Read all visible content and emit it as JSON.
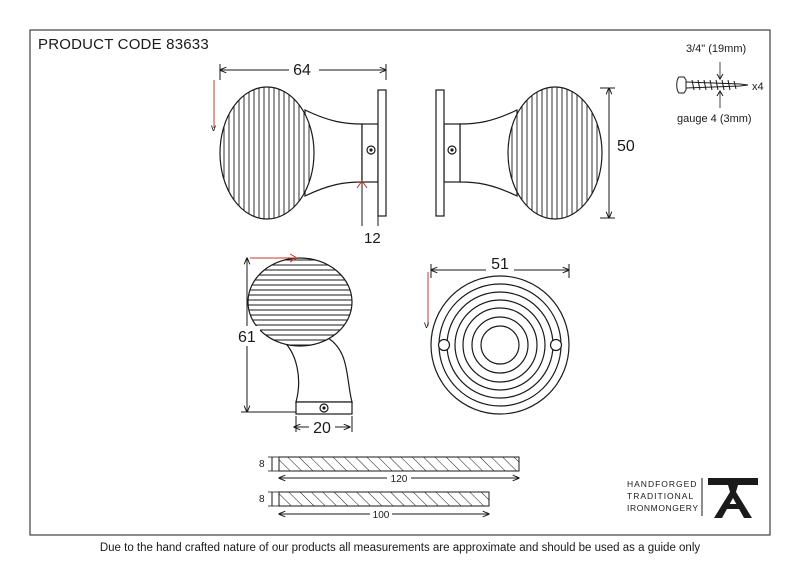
{
  "header": {
    "product_code": "PRODUCT CODE 83633"
  },
  "screw": {
    "length": "3/4\" (19mm)",
    "quantity": "x4",
    "gauge": "gauge 4 (3mm)"
  },
  "dimensions": {
    "side_length": "64",
    "height": "50",
    "rose_thickness": "12",
    "top_height": "61",
    "neck_width": "20",
    "rose_diameter": "51",
    "spindle_long_thickness": "8",
    "spindle_long_length": "120",
    "spindle_short_thickness": "8",
    "spindle_short_length": "100"
  },
  "brand": {
    "line1": "HANDFORGED",
    "line2": "TRADITIONAL",
    "line3": "IRONMONGERY",
    "logo_icon": "anvil-a-logo-icon"
  },
  "footer": {
    "disclaimer": "Due to the hand crafted nature of our products all measurements are approximate and should be used as a guide only"
  },
  "colors": {
    "line": "#1a1a1a",
    "accent": "#c0392b"
  }
}
